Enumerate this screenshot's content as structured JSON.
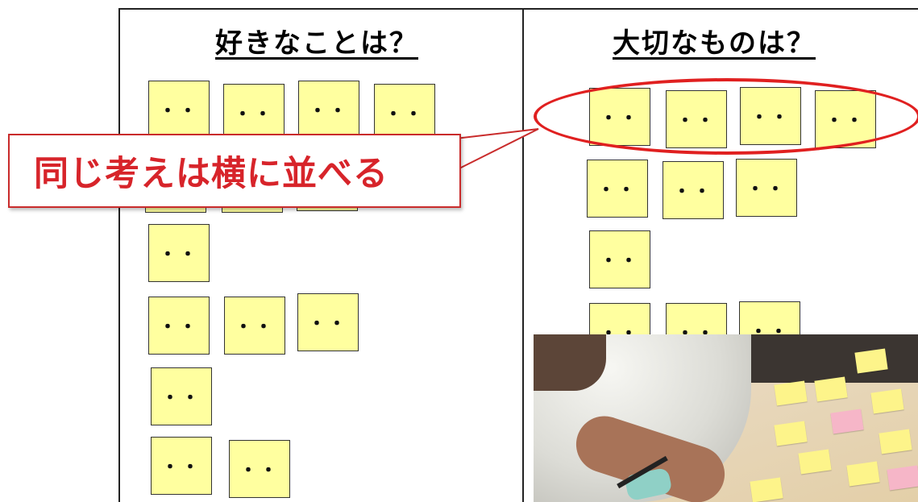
{
  "left_column": {
    "heading": "好きなことは？",
    "note_text": "・・"
  },
  "right_column": {
    "heading": "大切なものは？",
    "note_text": "・・"
  },
  "callout": {
    "text": "同じ考えは横に並べる",
    "color": "#d7242a"
  },
  "colors": {
    "note_fill": "#ffff9f",
    "highlight": "#e02020"
  },
  "photo": {
    "description_icon": "classroom-photo"
  }
}
